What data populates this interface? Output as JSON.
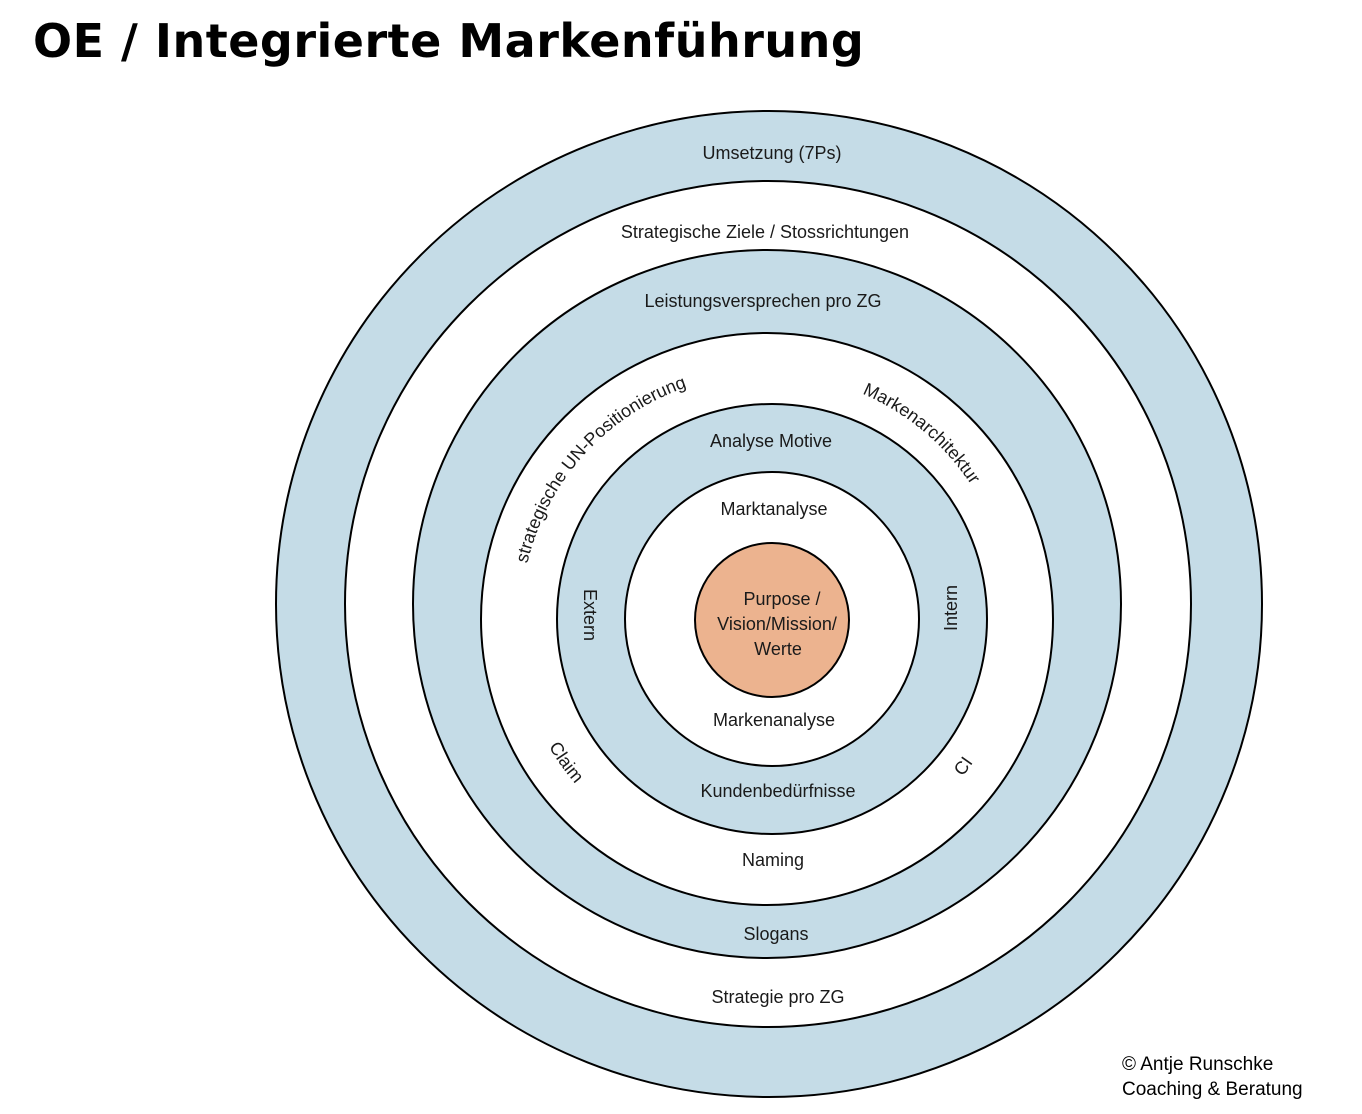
{
  "title": "OE / Integrierte Markenführung",
  "colors": {
    "ring_blue": "#c5dce7",
    "core_orange": "#ecb38f",
    "stroke": "#000000"
  },
  "rings": {
    "umsetzung": "Umsetzung (7Ps)",
    "strategische_ziele": "Strategische Ziele / Stossrichtungen",
    "leistungsversprechen": "Leistungsversprechen pro ZG",
    "un_positionierung": "strategische UN-Positionierung",
    "markenarchitektur": "Markenarchitektur",
    "claim": "Claim",
    "ci": "CI",
    "analyse_motive": "Analyse Motive",
    "extern": "Extern",
    "intern": "Intern",
    "kundenbeduerfnisse": "Kundenbedürfnisse",
    "marktanalyse": "Marktanalyse",
    "markenanalyse": "Markenanalyse",
    "naming": "Naming",
    "slogans": "Slogans",
    "strategie_pro_zg": "Strategie pro ZG"
  },
  "core": {
    "line1": "Purpose /",
    "line2": "Vision/Mission/",
    "line3": "Werte"
  },
  "copyright": {
    "line1": "© Antje Runschke",
    "line2": "Coaching & Beratung"
  }
}
